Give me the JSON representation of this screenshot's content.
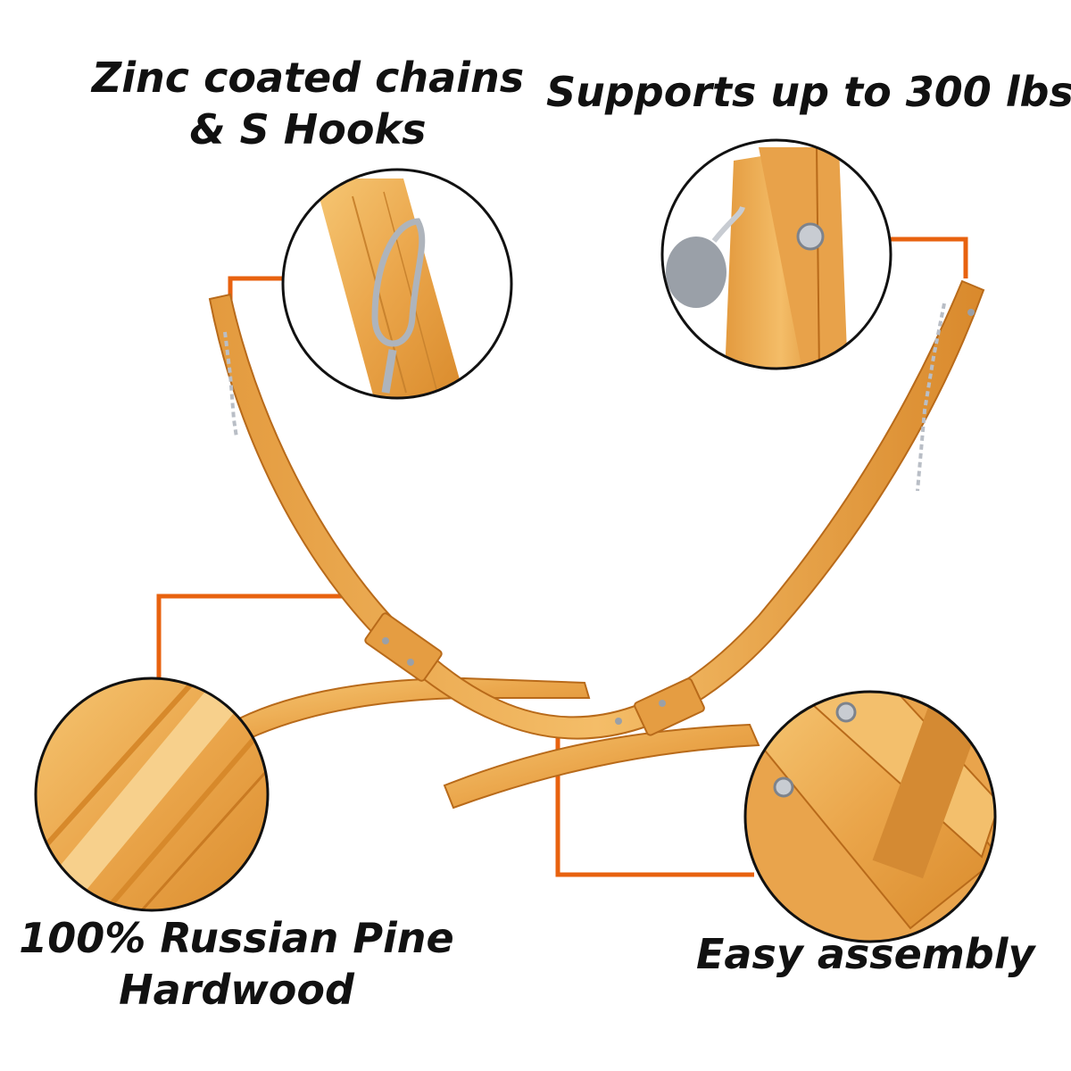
{
  "captions": {
    "zinc_line1": "Zinc coated chains",
    "zinc_line2": "& S Hooks",
    "supports": "Supports up to 300 lbs",
    "pine_line1": "100% Russian Pine",
    "pine_line2": "Hardwood",
    "easy": "Easy assembly"
  },
  "colors": {
    "callout_line": "#e8620f",
    "wood_light": "#f0b45a",
    "wood_dark": "#d98a2b",
    "wood_edge": "#b86a1a",
    "circle_border": "#111111",
    "text": "#111111",
    "metal": "#c8ccd2"
  }
}
